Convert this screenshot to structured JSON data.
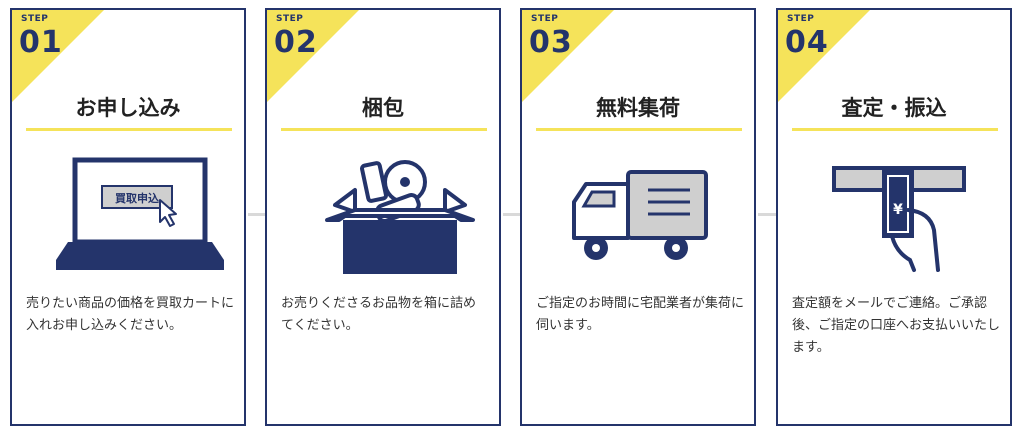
{
  "colors": {
    "navy": "#24346b",
    "yellow": "#f5e35a",
    "grey": "#cfcfcf",
    "text": "#333333"
  },
  "steps": [
    {
      "label": "STEP",
      "number": "01",
      "title": "お申し込み",
      "illustration": "laptop-icon",
      "screen_text": "買取申込",
      "desc": "売りたい商品の価格を買取カートに入れお申し込みください。"
    },
    {
      "label": "STEP",
      "number": "02",
      "title": "梱包",
      "illustration": "package-box-icon",
      "desc": "お売りくださるお品物を箱に詰めてください。"
    },
    {
      "label": "STEP",
      "number": "03",
      "title": "無料集荷",
      "illustration": "delivery-truck-icon",
      "desc": "ご指定のお時間に宅配業者が集荷に伺います。"
    },
    {
      "label": "STEP",
      "number": "04",
      "title": "査定・振込",
      "illustration": "cash-withdrawal-icon",
      "note_text": "¥",
      "desc": "査定額をメールでご連絡。ご承認後、ご指定の口座へお支払いいたします。"
    }
  ]
}
